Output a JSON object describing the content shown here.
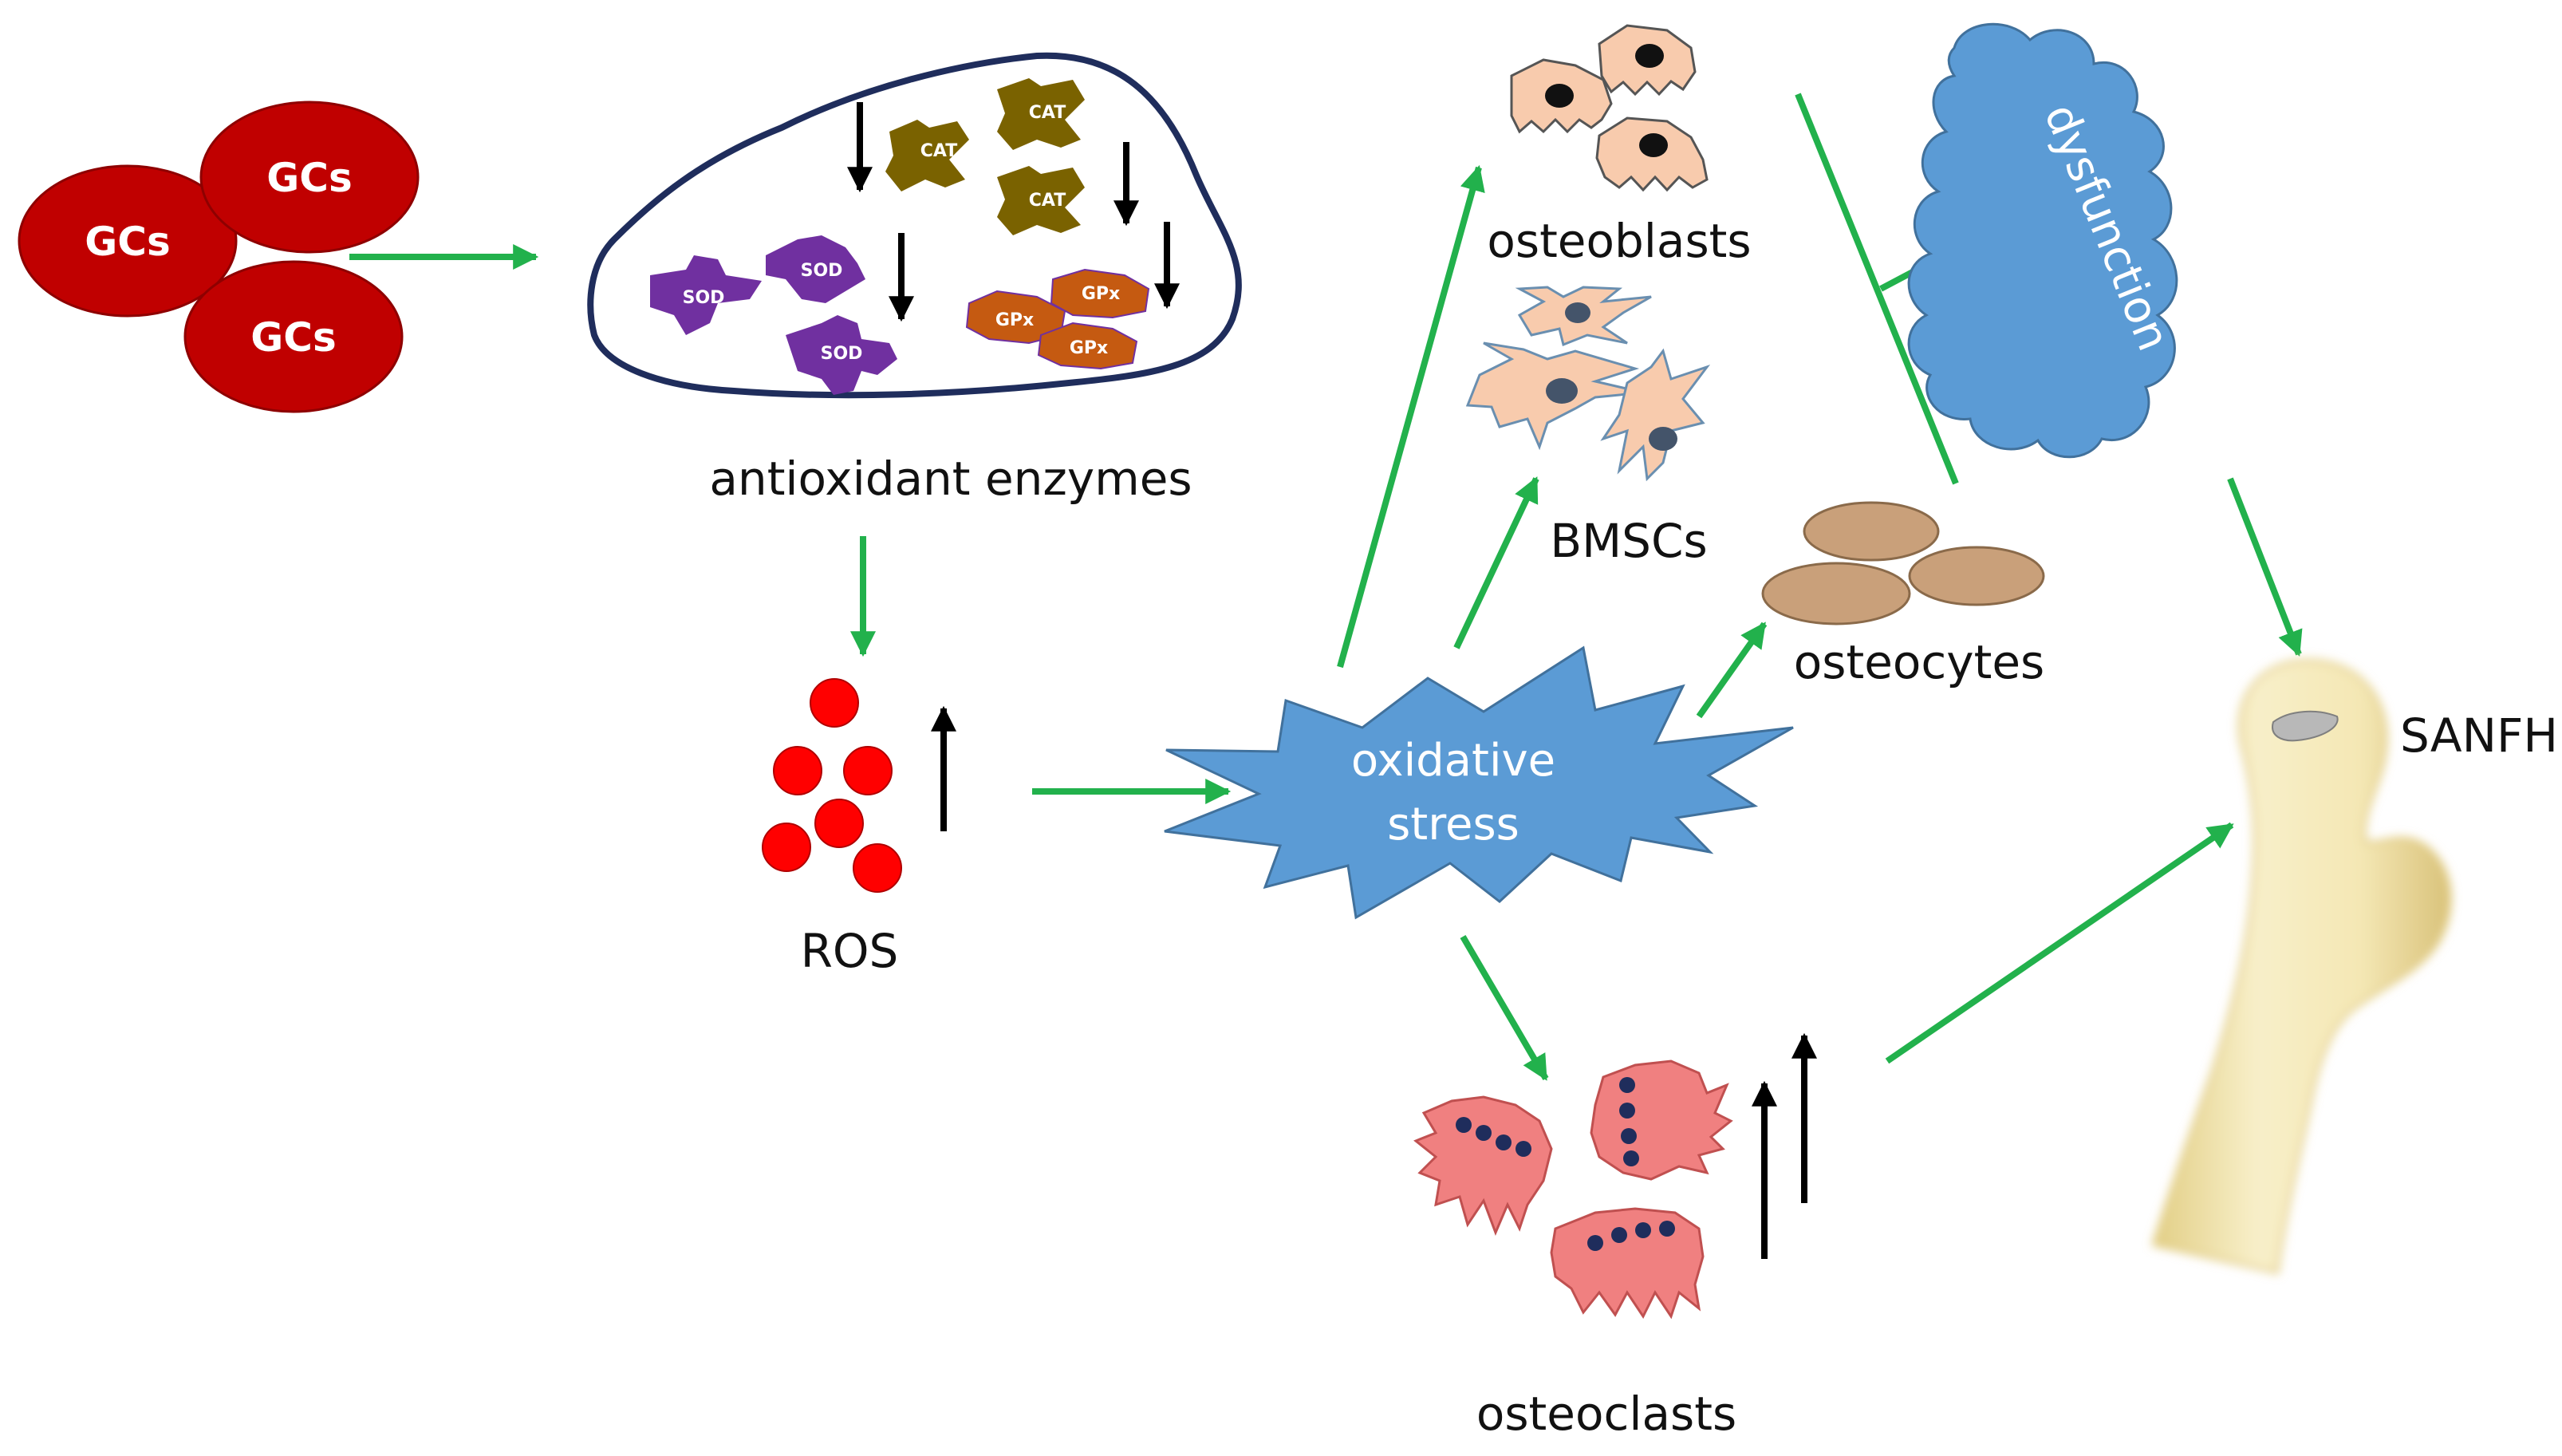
{
  "labels": {
    "gcs": "GCs",
    "antioxidant_enzymes": "antioxidant enzymes",
    "ros": "ROS",
    "oxidative": "oxidative",
    "stress": "stress",
    "osteoblasts": "osteoblasts",
    "bmscs": "BMSCs",
    "osteocytes": "osteocytes",
    "osteoclasts": "osteoclasts",
    "dysfunction": "dysfunction",
    "sanfh": "SANFH"
  },
  "enzymes": {
    "cat": "CAT",
    "sod": "SOD",
    "gpx": "GPx"
  },
  "colors": {
    "flow_arrow": "#22b14c",
    "indicator_arrow": "#000000",
    "gcs": "#c00000",
    "ros": "#ff0000",
    "cat": "#7a6200",
    "sod": "#7030a0",
    "gpx": "#c55a11",
    "oxidative_stress": "#5b9bd5",
    "dysfunction": "#5b9bd5",
    "osteoblast": "#f8cbad",
    "osteocyte": "#c9a07a",
    "osteoclast": "#f08080",
    "bone": "#f3e6b0"
  }
}
